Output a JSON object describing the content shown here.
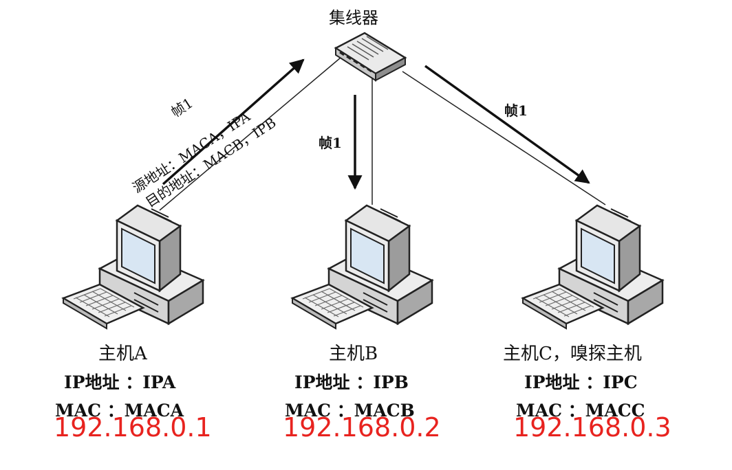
{
  "hub": {
    "label": "集线器"
  },
  "frames": {
    "to_hub": "帧1",
    "source_line": "源地址：MACA，IPA",
    "dest_line": "目的地址：MACB，IPB",
    "to_b": "帧1",
    "to_c": "帧1"
  },
  "hosts": [
    {
      "title": "主机A",
      "ip_line": "IP地址 ：IPA",
      "mac_line": "MAC ：MACA",
      "ip_address": "192.168.0.1"
    },
    {
      "title": "主机B",
      "ip_line": "IP地址 ：IPB",
      "mac_line": "MAC ：MACB",
      "ip_address": "192.168.0.2"
    },
    {
      "title": "主机C，嗅探主机",
      "ip_line": "IP地址 ：IPC",
      "mac_line": "MAC ：MACC",
      "ip_address": "192.168.0.3"
    }
  ]
}
